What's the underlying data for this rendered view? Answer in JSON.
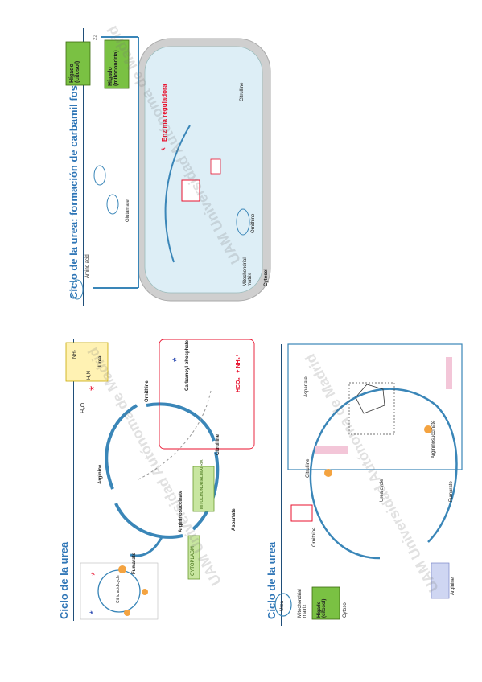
{
  "slide1": {
    "title": "Ciclo de la urea",
    "labels": {
      "urea": "Urea",
      "ornithine": "Ornithine",
      "citrulline": "Citrulline",
      "arginine": "Arginine",
      "argininosuccinate": "Argininosuccinate",
      "fumarate": "Fumarate",
      "aspartate": "Aspartate",
      "carbamoyl_phosphate": "Carbamoyl phosphate",
      "mitochondrial_matrix": "MITOCHONDRIAL MATRIX",
      "cytoplasm": "CYTOPLASM",
      "h2o": "H₂O",
      "hco3_nh4": "HCO₃⁻ + NH₄⁺",
      "nh2": "NH₂",
      "h2n": "H₂N",
      "citric_acid_cycle": "Citric acid cycle"
    }
  },
  "slide2": {
    "title": "Ciclo de la urea: formación de carbamil fosfato",
    "labels": {
      "higado_citosol": "Hígado (citosol)",
      "higado_mito": "Hígado (mitocondria)",
      "enzima_reguladora": "Enzima reguladora",
      "mito_matrix": "Mitochondrial matrix",
      "cytosol": "Cytosol",
      "glutamate": "Glutamate",
      "ornithine": "Ornithine",
      "citrulline": "Citrulline",
      "amino_acid": "Amino acid",
      "page_number": "22"
    }
  },
  "slide3": {
    "title": "Ciclo de la urea",
    "labels": {
      "higado_citosol": "Hígado (citosol)",
      "cytosol": "Cytosol",
      "mito_matrix": "Mitochondrial matrix",
      "urea": "Urea",
      "urea_cycle": "Urea cycle",
      "ornithine": "Ornithine",
      "citrulline": "Citrulline",
      "arginine": "Arginine",
      "aspartate": "Aspartate",
      "fumarate": "Fumarate",
      "argininosuccinate": "Argininosuccinate"
    }
  },
  "watermark": "UAM Universidad Autónoma de Madrid",
  "colors": {
    "title_blue": "#2e75b6",
    "green_box": "#7ac143",
    "red_star": "#e8112d",
    "arrow_blue": "#3a86b8",
    "mito_gray": "#c9c9c9",
    "yellow_box": "#fff2b3",
    "pink_box": "#f3c6d8"
  }
}
